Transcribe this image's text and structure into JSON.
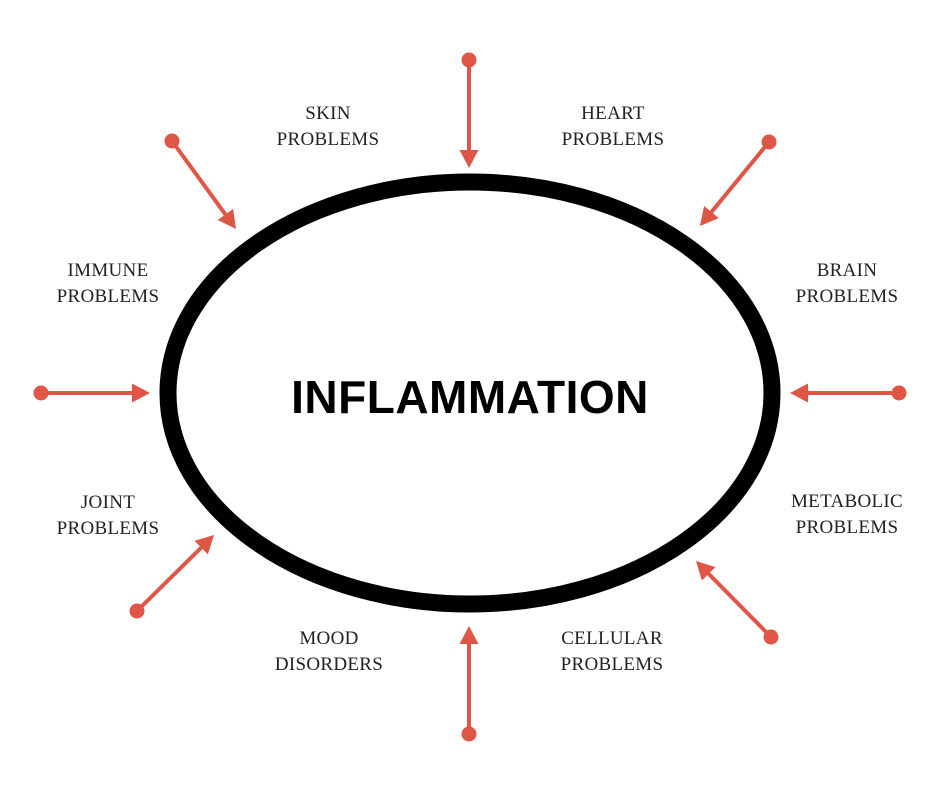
{
  "center": {
    "title": "INFLAMMATION"
  },
  "colors": {
    "arrow": "#df5546",
    "ellipse": "#000000",
    "background": "#ffffff"
  },
  "nodes": [
    {
      "id": "skin",
      "line1": "SKIN",
      "line2": "PROBLEMS"
    },
    {
      "id": "heart",
      "line1": "HEART",
      "line2": "PROBLEMS"
    },
    {
      "id": "immune",
      "line1": "IMMUNE",
      "line2": "PROBLEMS"
    },
    {
      "id": "brain",
      "line1": "BRAIN",
      "line2": "PROBLEMS"
    },
    {
      "id": "joint",
      "line1": "JOINT",
      "line2": "PROBLEMS"
    },
    {
      "id": "metabolic",
      "line1": "METABOLIC",
      "line2": "PROBLEMS"
    },
    {
      "id": "mood",
      "line1": "MOOD",
      "line2": "DISORDERS"
    },
    {
      "id": "cellular",
      "line1": "CELLULAR",
      "line2": "PROBLEMS"
    }
  ]
}
